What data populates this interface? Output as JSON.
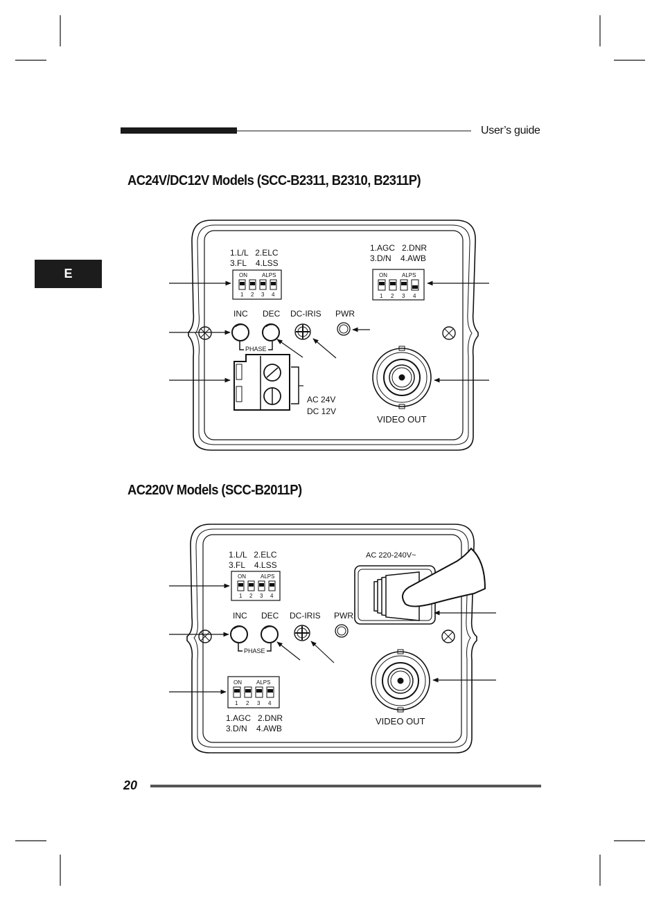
{
  "header": {
    "guide_label": "User’s guide"
  },
  "side_tab": {
    "label": "E"
  },
  "page_number": "20",
  "section1": {
    "title": "AC24V/DC12V Models (SCC-B2311, B2310, B2311P)",
    "dip_left": {
      "line1": "1.L/L   2.ELC",
      "line2": "3.FL    4.LSS",
      "on": "ON",
      "alps": "ALPS",
      "n1": "1",
      "n2": "2",
      "n3": "3",
      "n4": "4"
    },
    "dip_right": {
      "line1": "1.AGC   2.DNR",
      "line2": "3.D/N    4.AWB",
      "on": "ON",
      "alps": "ALPS",
      "n1": "1",
      "n2": "2",
      "n3": "3",
      "n4": "4"
    },
    "inc": "INC",
    "dec": "DEC",
    "dciris": "DC-IRIS",
    "pwr": "PWR",
    "phase": "PHASE",
    "power1": "AC 24V",
    "power2": "DC 12V",
    "video_out": "VIDEO OUT"
  },
  "section2": {
    "title": "AC220V Models (SCC-B2011P)",
    "dip_top": {
      "line1": "1.L/L   2.ELC",
      "line2": "3.FL    4.LSS",
      "on": "ON",
      "alps": "ALPS",
      "n1": "1",
      "n2": "2",
      "n3": "3",
      "n4": "4"
    },
    "dip_bottom": {
      "line1": "1.AGC   2.DNR",
      "line2": "3.D/N    4.AWB",
      "on": "ON",
      "alps": "ALPS",
      "n1": "1",
      "n2": "2",
      "n3": "3",
      "n4": "4"
    },
    "ac_label": "AC 220-240V~",
    "inc": "INC",
    "dec": "DEC",
    "dciris": "DC-IRIS",
    "pwr": "PWR",
    "phase": "PHASE",
    "video_out": "VIDEO OUT"
  }
}
